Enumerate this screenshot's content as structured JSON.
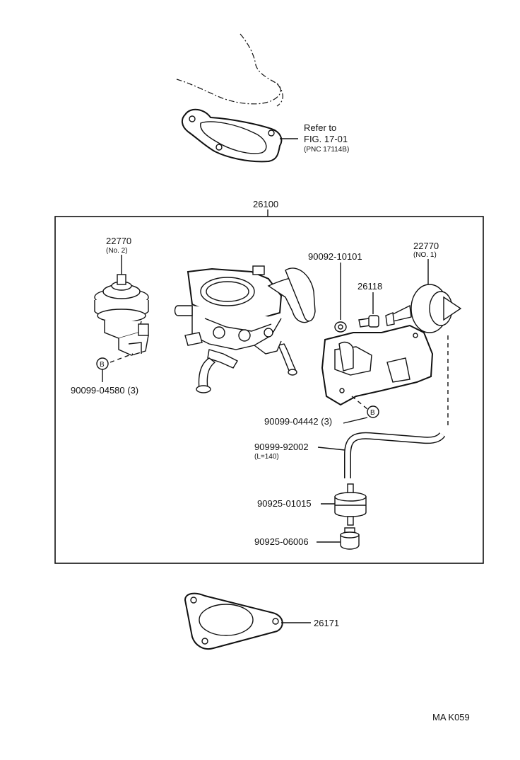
{
  "header": {
    "refer_line1": "Refer to",
    "refer_line2": "FIG. 17-01",
    "refer_line3": "(PNC  17114B)"
  },
  "assembly": {
    "label": "26100"
  },
  "parts": {
    "vsv_no2_code": "22770",
    "vsv_no2_sub": "(No. 2)",
    "screw_left_code": "90099-04580 (3)",
    "screw_ref_mark_left": "B",
    "union_code": "90092-10101",
    "bolt_code": "26118",
    "vsv_no1_code": "22770",
    "vsv_no1_sub": "(NO. 1)",
    "screw_right_code": "90099-04442 (3)",
    "screw_ref_mark_right": "B",
    "hose_code": "90999-92002",
    "hose_sub": "(L=140)",
    "filter_code": "90925-01015",
    "cap_code": "90925-06006",
    "gasket_code": "26171"
  },
  "footer": {
    "code": "MA  K059"
  }
}
